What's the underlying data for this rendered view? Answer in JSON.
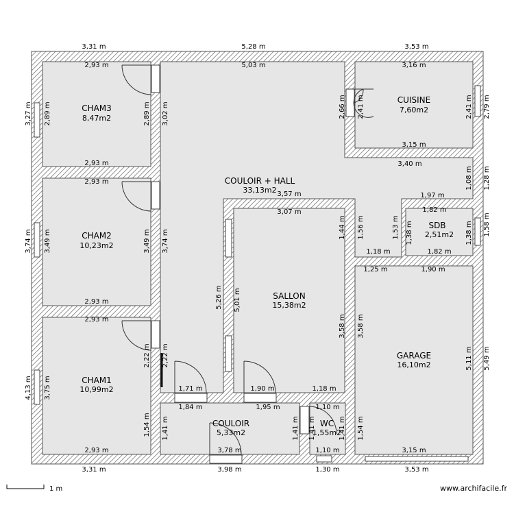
{
  "rooms": [
    {
      "id": "cham3",
      "name": "CHAM3",
      "area": "8,47m2"
    },
    {
      "id": "cham2",
      "name": "CHAM2",
      "area": "10,23m2"
    },
    {
      "id": "cham1",
      "name": "CHAM1",
      "area": "10,99m2"
    },
    {
      "id": "couloir_hall",
      "name": "COULOIR + HALL",
      "area": "33,13m2"
    },
    {
      "id": "cuisine",
      "name": "CUISINE",
      "area": "7,60m2"
    },
    {
      "id": "sdb",
      "name": "SDB",
      "area": "2,51m2"
    },
    {
      "id": "salon",
      "name": "SALLON",
      "area": "15,38m2"
    },
    {
      "id": "garage",
      "name": "GARAGE",
      "area": "16,10m2"
    },
    {
      "id": "couloir",
      "name": "COULOIR",
      "area": "5,33m2"
    },
    {
      "id": "wc",
      "name": "WC",
      "area": "1,55m2"
    }
  ],
  "dimensions": [
    "3,31 m",
    "5,28 m",
    "3,53 m",
    "2,93 m",
    "5,03 m",
    "3,16 m",
    "3,27 m",
    "2,89 m",
    "2,89 m",
    "3,02 m",
    "2,66 m",
    "2,41 m",
    "2,41 m",
    "2,79 m",
    "3,15 m",
    "3,40 m",
    "2,93 m",
    "2,93 m",
    "1,08 m",
    "1,28 m",
    "3,57 m",
    "1,97 m",
    "1,82 m",
    "3,07 m",
    "3,74 m",
    "3,49 m",
    "3,49 m",
    "3,74 m",
    "1,44 m",
    "1,56 m",
    "1,53 m",
    "1,38 m",
    "1,38 m",
    "1,58 m",
    "1,18 m",
    "1,82 m",
    "1,25 m",
    "1,90 m",
    "5,26 m",
    "5,01 m",
    "3,58 m",
    "3,58 m",
    "2,93 m",
    "2,93 m",
    "2,22 m",
    "2,22 m",
    "5,11 m",
    "5,49 m",
    "4,13 m",
    "3,75 m",
    "1,71 m",
    "1,90 m",
    "1,18 m",
    "1,84 m",
    "1,95 m",
    "1,10 m",
    "1,54 m",
    "1,41 m",
    "1,41 m",
    "1,41 m",
    "1,41 m",
    "1,54 m",
    "2,93 m",
    "3,78 m",
    "1,10 m",
    "3,15 m",
    "3,31 m",
    "3,98 m",
    "1,30 m",
    "3,53 m"
  ],
  "scale": {
    "label": "1 m"
  },
  "brand": {
    "text": "www.archifacile.fr"
  },
  "colors": {
    "floor": "#e6e6e6",
    "wall": "#9a9a9a",
    "hatch": "#777777",
    "window": "#ffffff"
  }
}
